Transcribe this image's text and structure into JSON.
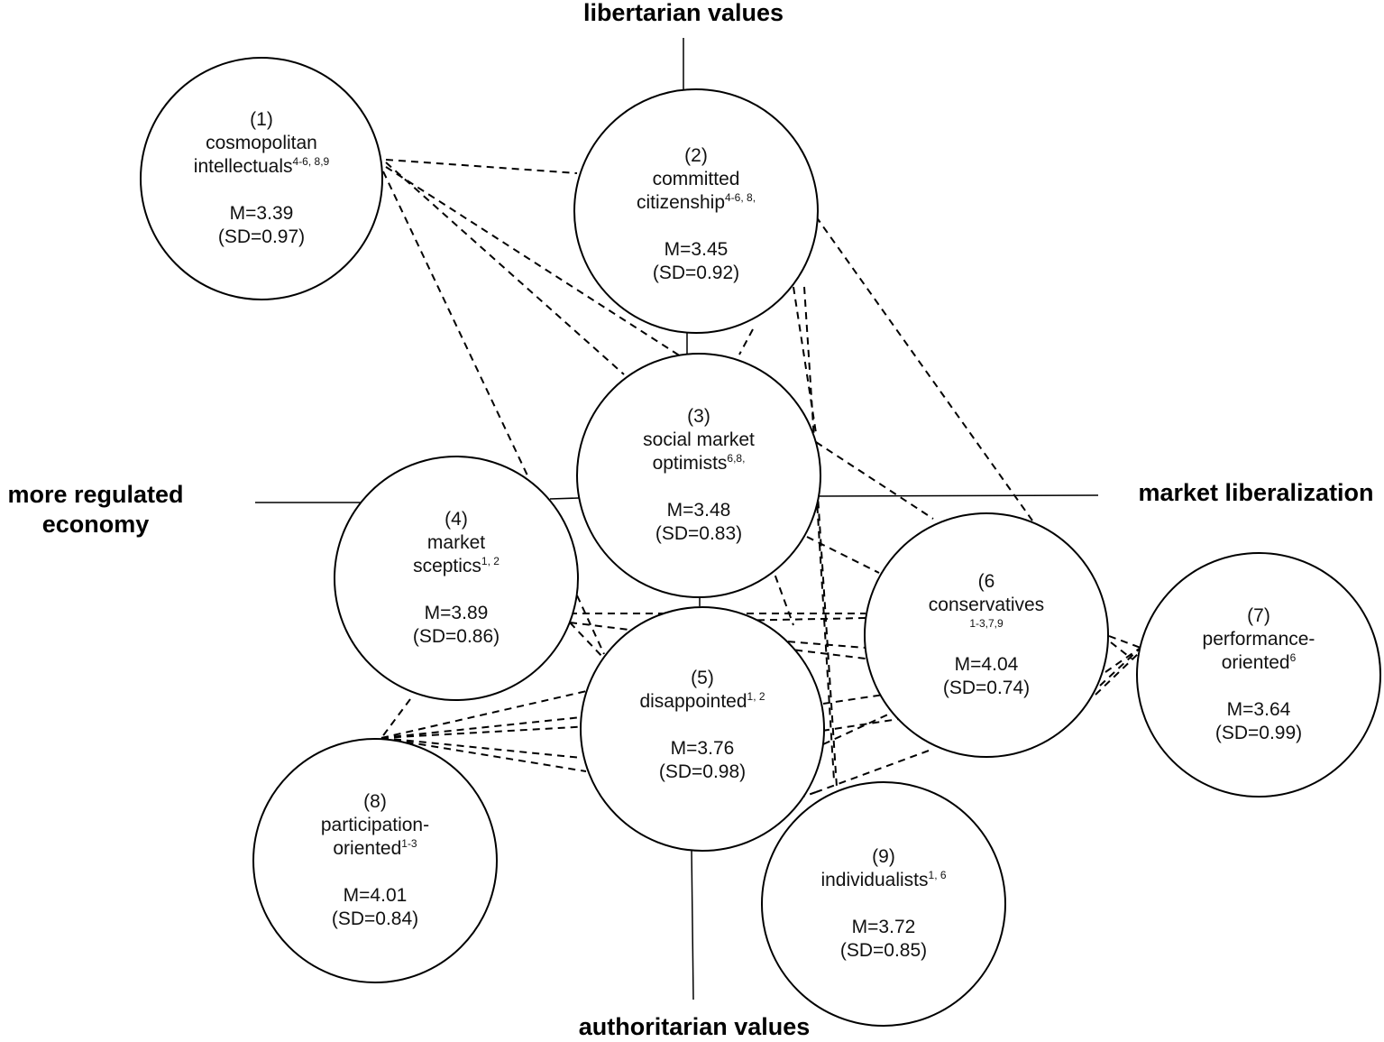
{
  "axes": {
    "top": "libertarian values",
    "bottom": "authoritarian values",
    "left_line1": "more regulated",
    "left_line2": "economy",
    "right": "market liberalization"
  },
  "nodes": {
    "n1": {
      "num": "(1)",
      "name_line1": "cosmopolitan",
      "name_line2": "intellectuals",
      "sup": "4-6, 8,9",
      "mean": "M=3.39",
      "sd": "(SD=0.97)"
    },
    "n2": {
      "num": "(2)",
      "name_line1": "committed",
      "name_line2": "citizenship",
      "sup": "4-6, 8,",
      "mean": "M=3.45",
      "sd": "(SD=0.92)"
    },
    "n3": {
      "num": "(3)",
      "name_line1": "social market",
      "name_line2": "optimists",
      "sup": "6,8,",
      "mean": "M=3.48",
      "sd": "(SD=0.83)"
    },
    "n4": {
      "num": "(4)",
      "name_line1": "market",
      "name_line2": "sceptics",
      "sup": "1, 2",
      "mean": "M=3.89",
      "sd": "(SD=0.86)"
    },
    "n5": {
      "num": "(5)",
      "name_line1": "disappointed",
      "sup": "1, 2",
      "mean": "M=3.76",
      "sd": "(SD=0.98)"
    },
    "n6": {
      "num": "(6",
      "name_line1": "conservatives",
      "sub": "1-3,7,9",
      "mean": "M=4.04",
      "sd": "(SD=0.74)"
    },
    "n7": {
      "num": "(7)",
      "name_line1": "performance-",
      "name_line2": "oriented",
      "sup": "6",
      "mean": "M=3.64",
      "sd": "(SD=0.99)"
    },
    "n8": {
      "num": "(8)",
      "name_line1": "participation-",
      "name_line2": "oriented",
      "sup": "1-3",
      "mean": "M=4.01",
      "sd": "(SD=0.84)"
    },
    "n9": {
      "num": "(9)",
      "name_line1": "individualists",
      "sup": "1, 6",
      "mean": "M=3.72",
      "sd": "(SD=0.85)"
    }
  },
  "styles": {
    "stroke_color": "#000000",
    "background": "#ffffff"
  }
}
